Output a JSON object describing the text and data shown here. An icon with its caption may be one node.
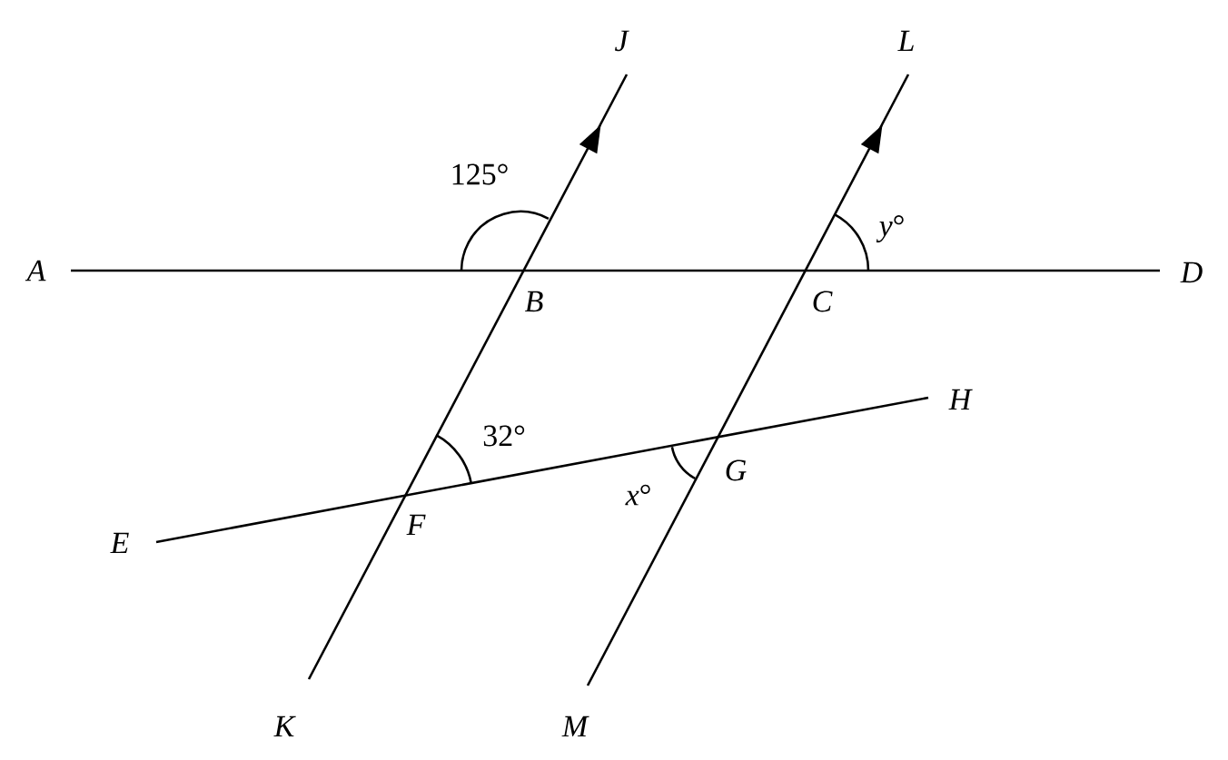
{
  "diagram": {
    "labels": [
      "J",
      "L",
      "125°",
      "*y*°",
      "A",
      "D",
      "B",
      "C",
      "H",
      "32°",
      "G",
      "*x*°",
      "F",
      "E",
      "K",
      "M"
    ]
  }
}
